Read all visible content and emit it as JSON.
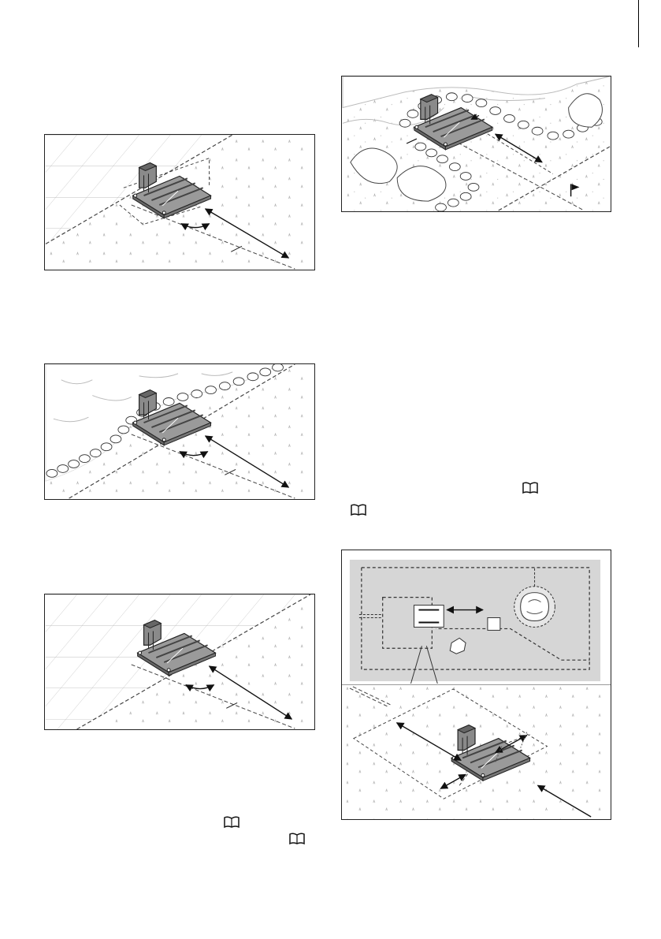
{
  "page": {
    "background": "#ffffff",
    "line_color": "#222222",
    "lawn_map_color": "#d6d6d6"
  },
  "figures": [
    {
      "id": "station-on-paving",
      "icons": [
        "charging-station-icon",
        "distance-arrow-icon",
        "rotate-arrow-icon"
      ]
    },
    {
      "id": "station-near-garden-edge",
      "icons": [
        "charging-station-icon",
        "distance-arrow-icon",
        "rotate-arrow-icon"
      ]
    },
    {
      "id": "station-on-paving-alt",
      "icons": [
        "charging-station-icon",
        "distance-arrow-icon",
        "rotate-arrow-icon"
      ]
    },
    {
      "id": "station-in-garden-area",
      "icons": [
        "charging-station-icon",
        "distance-arrow-icon",
        "flag-icon"
      ]
    },
    {
      "id": "lawn-layout-map",
      "icons": [
        "charging-station-icon",
        "boulder-icon",
        "tree-icon",
        "distance-arrow-icon"
      ]
    }
  ],
  "reference_icons": [
    "book-icon",
    "book-icon",
    "book-icon",
    "book-icon"
  ]
}
